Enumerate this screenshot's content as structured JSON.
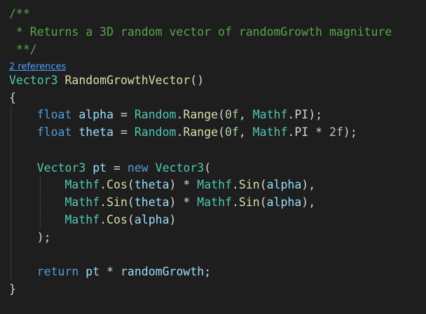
{
  "editor": {
    "codelens": "2 references",
    "lines": [
      [
        {
          "t": "/**",
          "c": "comment"
        }
      ],
      [
        {
          "t": " * Returns a 3D random vector of randomGrowth magniture",
          "c": "comment"
        }
      ],
      [
        {
          "t": " **/",
          "c": "comment"
        }
      ],
      [
        {
          "t": "Vector3",
          "c": "type"
        },
        {
          "t": " ",
          "c": "plain"
        },
        {
          "t": "RandomGrowthVector",
          "c": "method"
        },
        {
          "t": "()",
          "c": "plain"
        }
      ],
      [
        {
          "t": "{",
          "c": "plain"
        }
      ],
      [
        {
          "t": "    ",
          "c": "plain"
        },
        {
          "t": "float",
          "c": "keyword"
        },
        {
          "t": " ",
          "c": "plain"
        },
        {
          "t": "alpha",
          "c": "ident"
        },
        {
          "t": " = ",
          "c": "plain"
        },
        {
          "t": "Random",
          "c": "type"
        },
        {
          "t": ".",
          "c": "plain"
        },
        {
          "t": "Range",
          "c": "method"
        },
        {
          "t": "(",
          "c": "plain"
        },
        {
          "t": "0f",
          "c": "number"
        },
        {
          "t": ", ",
          "c": "plain"
        },
        {
          "t": "Mathf",
          "c": "type"
        },
        {
          "t": ".PI);",
          "c": "plain"
        }
      ],
      [
        {
          "t": "    ",
          "c": "plain"
        },
        {
          "t": "float",
          "c": "keyword"
        },
        {
          "t": " ",
          "c": "plain"
        },
        {
          "t": "theta",
          "c": "ident"
        },
        {
          "t": " = ",
          "c": "plain"
        },
        {
          "t": "Random",
          "c": "type"
        },
        {
          "t": ".",
          "c": "plain"
        },
        {
          "t": "Range",
          "c": "method"
        },
        {
          "t": "(",
          "c": "plain"
        },
        {
          "t": "0f",
          "c": "number"
        },
        {
          "t": ", ",
          "c": "plain"
        },
        {
          "t": "Mathf",
          "c": "type"
        },
        {
          "t": ".PI * ",
          "c": "plain"
        },
        {
          "t": "2f",
          "c": "number"
        },
        {
          "t": ");",
          "c": "plain"
        }
      ],
      [],
      [
        {
          "t": "    ",
          "c": "plain"
        },
        {
          "t": "Vector3",
          "c": "type"
        },
        {
          "t": " ",
          "c": "plain"
        },
        {
          "t": "pt",
          "c": "ident"
        },
        {
          "t": " = ",
          "c": "plain"
        },
        {
          "t": "new",
          "c": "keyword"
        },
        {
          "t": " ",
          "c": "plain"
        },
        {
          "t": "Vector3",
          "c": "type"
        },
        {
          "t": "(",
          "c": "plain"
        }
      ],
      [
        {
          "t": "        ",
          "c": "plain"
        },
        {
          "t": "Mathf",
          "c": "type"
        },
        {
          "t": ".",
          "c": "plain"
        },
        {
          "t": "Cos",
          "c": "method"
        },
        {
          "t": "(",
          "c": "plain"
        },
        {
          "t": "theta",
          "c": "ident"
        },
        {
          "t": ") * ",
          "c": "plain"
        },
        {
          "t": "Mathf",
          "c": "type"
        },
        {
          "t": ".",
          "c": "plain"
        },
        {
          "t": "Sin",
          "c": "method"
        },
        {
          "t": "(",
          "c": "plain"
        },
        {
          "t": "alpha",
          "c": "ident"
        },
        {
          "t": "),",
          "c": "plain"
        }
      ],
      [
        {
          "t": "        ",
          "c": "plain"
        },
        {
          "t": "Mathf",
          "c": "type"
        },
        {
          "t": ".",
          "c": "plain"
        },
        {
          "t": "Sin",
          "c": "method"
        },
        {
          "t": "(",
          "c": "plain"
        },
        {
          "t": "theta",
          "c": "ident"
        },
        {
          "t": ") * ",
          "c": "plain"
        },
        {
          "t": "Mathf",
          "c": "type"
        },
        {
          "t": ".",
          "c": "plain"
        },
        {
          "t": "Sin",
          "c": "method"
        },
        {
          "t": "(",
          "c": "plain"
        },
        {
          "t": "alpha",
          "c": "ident"
        },
        {
          "t": "),",
          "c": "plain"
        }
      ],
      [
        {
          "t": "        ",
          "c": "plain"
        },
        {
          "t": "Mathf",
          "c": "type"
        },
        {
          "t": ".",
          "c": "plain"
        },
        {
          "t": "Cos",
          "c": "method"
        },
        {
          "t": "(",
          "c": "plain"
        },
        {
          "t": "alpha",
          "c": "ident"
        },
        {
          "t": ")",
          "c": "plain"
        }
      ],
      [
        {
          "t": "    );",
          "c": "plain"
        }
      ],
      [],
      [
        {
          "t": "    ",
          "c": "plain"
        },
        {
          "t": "return",
          "c": "keyword"
        },
        {
          "t": " ",
          "c": "plain"
        },
        {
          "t": "pt",
          "c": "ident"
        },
        {
          "t": " * ",
          "c": "plain"
        },
        {
          "t": "randomGrowth",
          "c": "ident"
        },
        {
          "t": ";",
          "c": "plain"
        }
      ],
      [
        {
          "t": "}",
          "c": "plain"
        }
      ]
    ]
  },
  "colors": {
    "background": "#1e1e1e",
    "comment": "#57a64a",
    "keyword": "#569cd6",
    "type": "#4ec9b0",
    "method": "#dcdcaa",
    "identifier": "#9cdcfe",
    "number": "#b5cea8",
    "plain": "#d4d4d4",
    "codelens": "#4aa3ff"
  }
}
